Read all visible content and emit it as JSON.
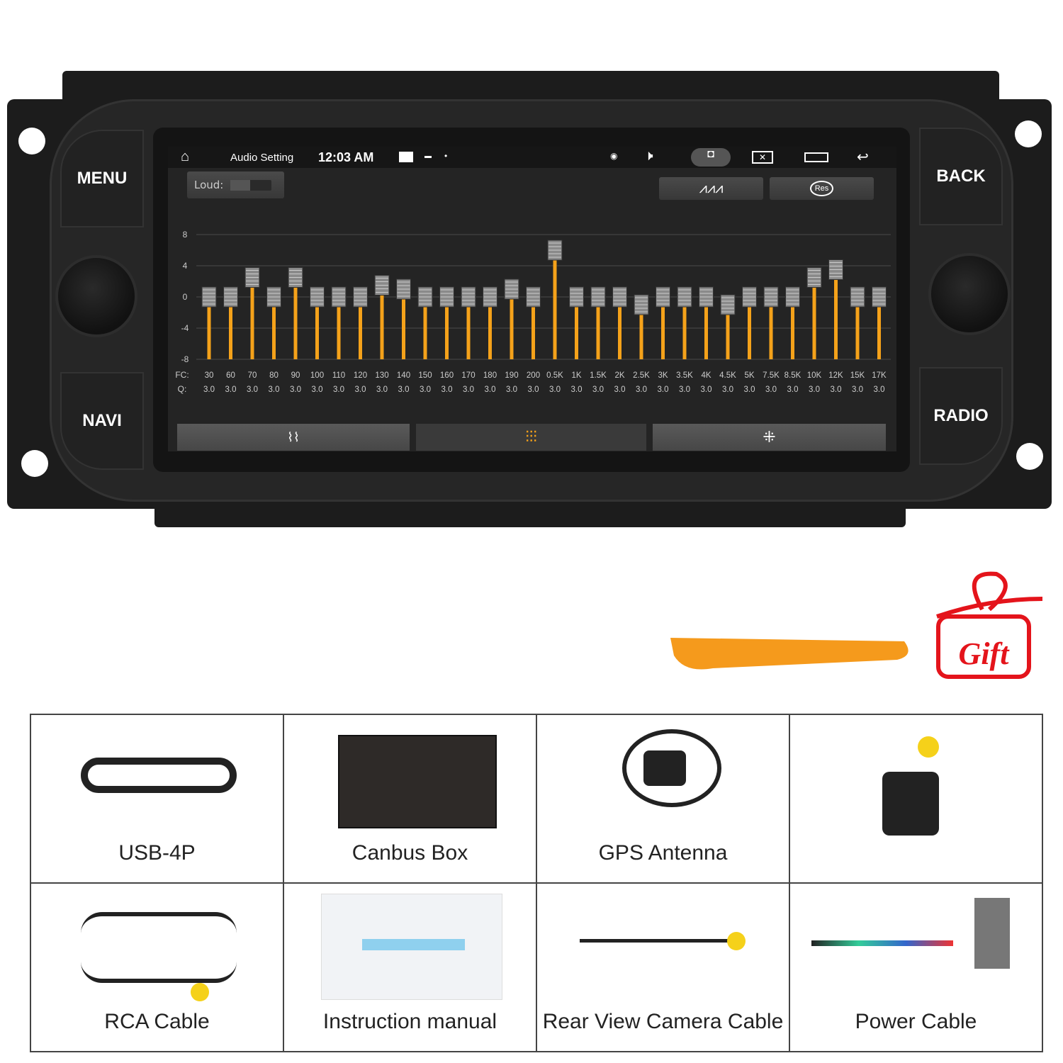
{
  "hardware": {
    "buttons": [
      "MENU",
      "NAVI",
      "BACK",
      "RADIO"
    ]
  },
  "status_bar": {
    "title": "Audio Setting",
    "time": "12:03 AM",
    "icons": [
      "home-icon",
      "image-icon",
      "android-icon",
      "dot-icon",
      "location-icon",
      "volume-icon",
      "camera-icon",
      "close-window-icon",
      "recent-apps-icon",
      "back-arrow-icon"
    ]
  },
  "loud": {
    "label": "Loud:",
    "on": false
  },
  "top_buttons": [
    "eq-wave-icon",
    "reset-icon"
  ],
  "reset_label": "Res",
  "eq": {
    "y_ticks": [
      "8",
      "4",
      "0",
      "-4",
      "-8"
    ],
    "fc_label": "FC:",
    "q_label": "Q:",
    "ylim": [
      -8,
      8
    ],
    "bands": [
      "30",
      "60",
      "70",
      "80",
      "90",
      "100",
      "110",
      "120",
      "130",
      "140",
      "150",
      "160",
      "170",
      "180",
      "190",
      "200",
      "0.5K",
      "1K",
      "1.5K",
      "2K",
      "2.5K",
      "3K",
      "3.5K",
      "4K",
      "4.5K",
      "5K",
      "7.5K",
      "8.5K",
      "10K",
      "12K",
      "15K",
      "17K"
    ],
    "gains": [
      0,
      0,
      2.5,
      0,
      2.5,
      0,
      0,
      0,
      1.5,
      1,
      0,
      0,
      0,
      0,
      1,
      0,
      6,
      0,
      0,
      0,
      -1,
      0,
      0,
      0,
      -1,
      0,
      0,
      0,
      2.5,
      3.5,
      0,
      0
    ],
    "q": [
      "3.0",
      "3.0",
      "3.0",
      "3.0",
      "3.0",
      "3.0",
      "3.0",
      "3.0",
      "3.0",
      "3.0",
      "3.0",
      "3.0",
      "3.0",
      "3.0",
      "3.0",
      "3.0",
      "3.0",
      "3.0",
      "3.0",
      "3.0",
      "3.0",
      "3.0",
      "3.0",
      "3.0",
      "3.0",
      "3.0",
      "3.0",
      "3.0",
      "3.0",
      "3.0",
      "3.0",
      "3.0"
    ],
    "slider_color": "#f5a21a"
  },
  "bottom_tabs": [
    {
      "icon": "waveform-icon",
      "active": false
    },
    {
      "icon": "sliders-icon",
      "active": true
    },
    {
      "icon": "balance-icon",
      "active": false
    }
  ],
  "gift": {
    "label": "Gift",
    "color": "#e4141b"
  },
  "accessories": [
    "USB-4P",
    "Canbus Box",
    "GPS Antenna",
    "",
    "RCA Cable",
    "Instruction manual",
    "Rear View Camera Cable",
    "Power Cable"
  ]
}
